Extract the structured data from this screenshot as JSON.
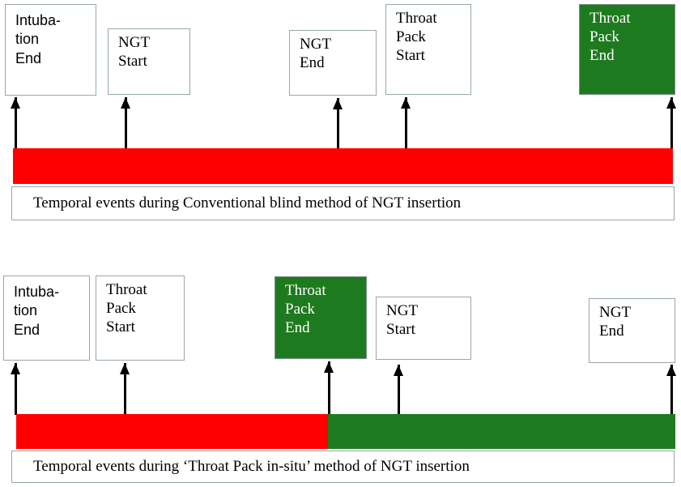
{
  "diagram": {
    "type": "timeline-comparison",
    "title_visible": false,
    "colors": {
      "red_phase": "#FF0000",
      "green_phase": "#1E7A1E",
      "box_border": "#98A8A8",
      "box_fill": "#FFFFFF",
      "highlight_box_fill": "#1E7A1E",
      "highlight_box_text": "#FFFFFF",
      "arrow": "#000000"
    },
    "panels": [
      {
        "id": "conventional",
        "caption": "Temporal events during Conventional blind method of NGT insertion",
        "events": [
          {
            "label": "Intuba-\ntion\nEnd",
            "highlighted": false,
            "font": "sans"
          },
          {
            "label": "NGT\nStart",
            "highlighted": false,
            "font": "serif"
          },
          {
            "label": "NGT\nEnd",
            "highlighted": false,
            "font": "serif"
          },
          {
            "label": "Throat\nPack\nStart",
            "highlighted": false,
            "font": "serif"
          },
          {
            "label": "Throat\nPack\nEnd",
            "highlighted": true,
            "font": "serif"
          }
        ],
        "bar_segments": [
          {
            "color": "#FF0000",
            "label": ""
          }
        ]
      },
      {
        "id": "throat-pack-in-situ",
        "caption": "Temporal events during ‘Throat Pack in-situ’ method of NGT insertion",
        "events": [
          {
            "label": "Intuba-\ntion\nEnd",
            "highlighted": false,
            "font": "sans"
          },
          {
            "label": "Throat\nPack\nStart",
            "highlighted": false,
            "font": "serif"
          },
          {
            "label": "Throat\nPack\nEnd",
            "highlighted": true,
            "font": "serif"
          },
          {
            "label": "NGT\nStart",
            "highlighted": false,
            "font": "serif"
          },
          {
            "label": "NGT\nEnd",
            "highlighted": false,
            "font": "serif"
          }
        ],
        "bar_segments": [
          {
            "color": "#FF0000",
            "label": ""
          },
          {
            "color": "#1E7A1E",
            "label": ""
          }
        ]
      }
    ]
  }
}
